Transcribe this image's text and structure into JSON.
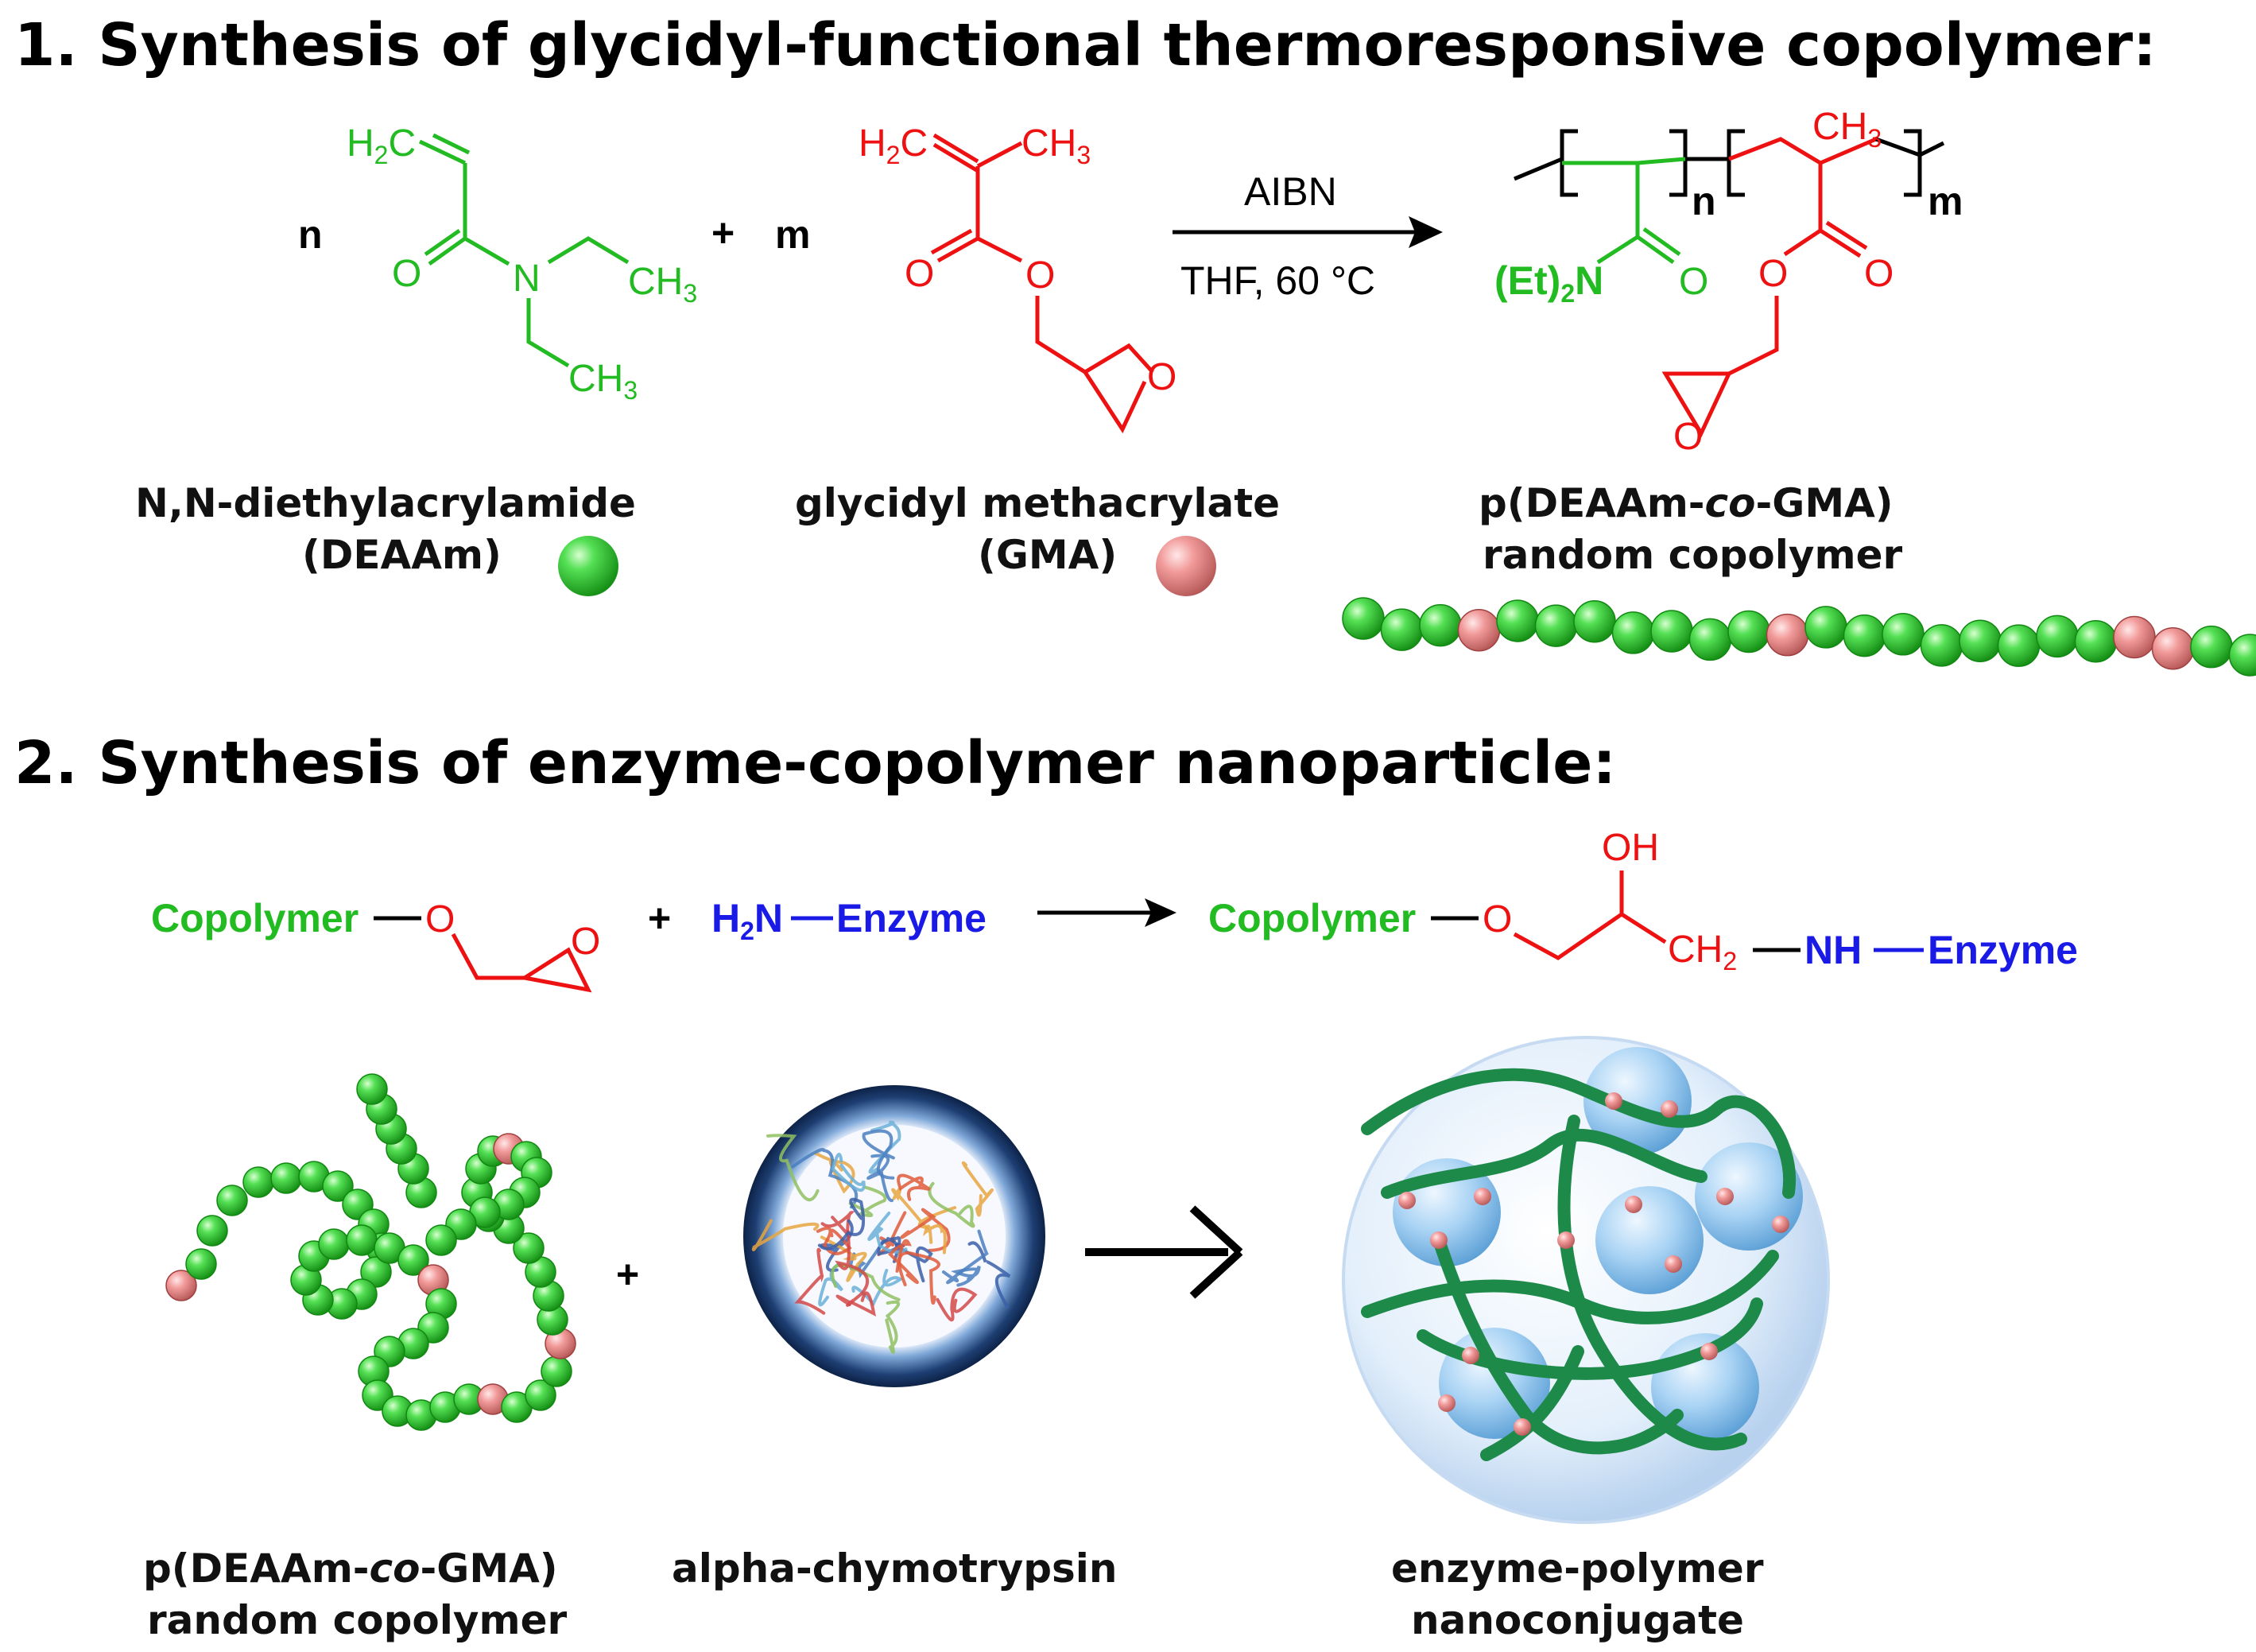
{
  "section1": {
    "heading": "1. Synthesis of glycidyl-functional thermoresponsive copolymer:",
    "coef_n": "n",
    "coef_m": "m",
    "plus": "+",
    "reagent": "AIBN",
    "conditions": "THF, 60 °C",
    "deaam": {
      "name": "N,N-diethylacrylamide",
      "abbr": "(DEAAm)"
    },
    "gma": {
      "name": "glycidyl methacrylate",
      "abbr": "(GMA)"
    },
    "product": {
      "line1": "p(DEAAm-co-GMA)",
      "line2": "random copolymer"
    },
    "atoms": {
      "h2c": "H2C",
      "o": "O",
      "n": "N",
      "ch3": "CH3",
      "et2n": "(Et)2N",
      "sub_n": "n",
      "sub_m": "m"
    }
  },
  "section2": {
    "heading": "2. Synthesis of enzyme-copolymer nanoparticle:",
    "copolymer": "Copolymer",
    "o": "O",
    "plus": "+",
    "amine": "H2N",
    "enzyme": "Enzyme",
    "oh": "OH",
    "ch2": "CH2",
    "nh": "NH",
    "labels": {
      "copolymer_line1": "p(DEAAm-co-GMA)",
      "copolymer_line2": "random copolymer",
      "enzyme_name": "alpha-chymotrypsin",
      "product_line1": "enzyme-polymer",
      "product_line2": "nanoconjugate"
    }
  },
  "colors": {
    "deaam": "#22bb22",
    "gma": "#ee1111",
    "amine": "#1a1ae6",
    "bead_green": "#3fd13f",
    "bead_pink": "#f08a8a"
  },
  "bead_sequence": "GGGPGGGGGGGPGGGGGGGGPPGGGGG"
}
